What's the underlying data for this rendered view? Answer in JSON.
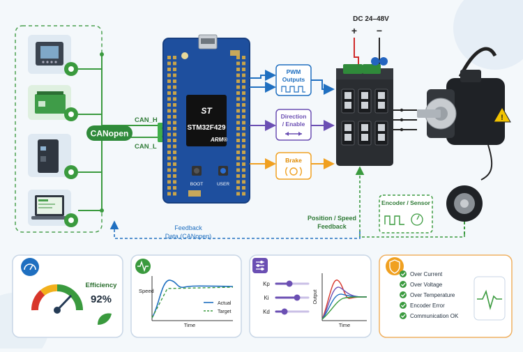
{
  "power": {
    "label": "DC 24–48V",
    "plus": "+",
    "minus": "−"
  },
  "canopen": {
    "badge": "CANopen",
    "can_h": "CAN_H",
    "can_l": "CAN_L"
  },
  "mcu": {
    "brand": "ST",
    "chip": "STM32F429",
    "arm": "ARM®",
    "boot": "BOOT",
    "user": "USER"
  },
  "signals": {
    "pwm": [
      "PWM",
      "Outputs"
    ],
    "direction": [
      "Direction",
      "/ Enable"
    ],
    "brake": "Brake"
  },
  "feedback": {
    "can": [
      "Feedback",
      "Data (CANopen)"
    ],
    "position": [
      "Position / Speed",
      "Feedback"
    ]
  },
  "encoder": {
    "label": "Encoder / Sensor"
  },
  "panels": {
    "efficiency": {
      "label": "Efficiency",
      "value": "92%"
    },
    "speed": {
      "ylabel": "Speed",
      "xlabel": "Time",
      "legend_actual": "Actual",
      "legend_target": "Target"
    },
    "tuning": {
      "kp": "Kp",
      "ki": "Ki",
      "kd": "Kd",
      "ylabel": "Output",
      "xlabel": "Time"
    },
    "protection": {
      "items": [
        "Over Current",
        "Over Voltage",
        "Over Temperature",
        "Encoder Error",
        "Communication OK"
      ]
    }
  },
  "colors": {
    "blue": "#1f6fc0",
    "green": "#3a9a3e",
    "purple": "#6b4fb3",
    "orange": "#f0a020",
    "board": "#1e4f9e"
  }
}
